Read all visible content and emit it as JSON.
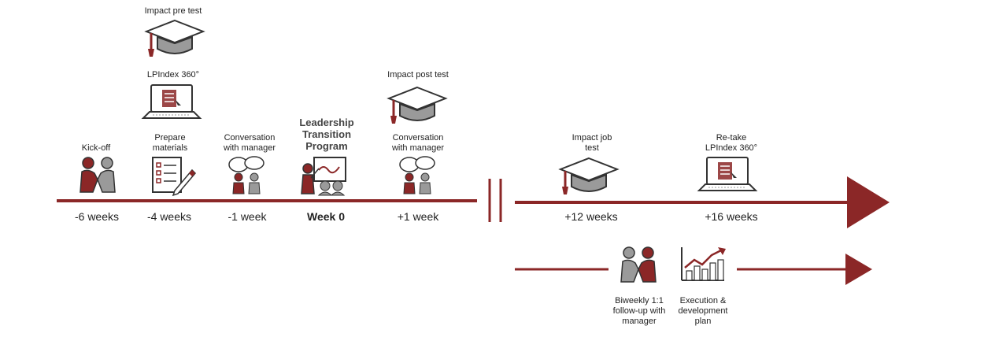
{
  "colors": {
    "accent": "#8b2727",
    "outline": "#333333",
    "shade": "#9a9a9a"
  },
  "top_labels": {
    "impact_pre_test": "Impact pre test",
    "lpindex": "LPIndex 360°",
    "impact_post_test": "Impact post test"
  },
  "milestones": [
    {
      "label": "Kick-off",
      "week": "-6 weeks",
      "icon": "handshake-icon"
    },
    {
      "label": "Prepare\nmaterials",
      "week": "-4 weeks",
      "icon": "checklist-icon"
    },
    {
      "label": "Conversation\nwith manager",
      "week": "-1 week",
      "icon": "conversation-icon"
    },
    {
      "label": "Leadership\nTransition\nProgram",
      "week": "Week 0",
      "icon": "presentation-icon"
    },
    {
      "label": "Conversation\nwith manager",
      "week": "+1 week",
      "icon": "conversation-icon"
    },
    {
      "label": "Impact job\ntest",
      "week": "+12 weeks",
      "icon": "graduation-cap-icon"
    },
    {
      "label": "Re-take\nLPIndex 360°",
      "week": "+16 weeks",
      "icon": "laptop-icon"
    }
  ],
  "bottom_items": [
    {
      "label": "Biweekly 1:1\nfollow-up with\nmanager",
      "icon": "handshake-icon"
    },
    {
      "label": "Execution &\ndevelopment\nplan",
      "icon": "growth-chart-icon"
    }
  ]
}
